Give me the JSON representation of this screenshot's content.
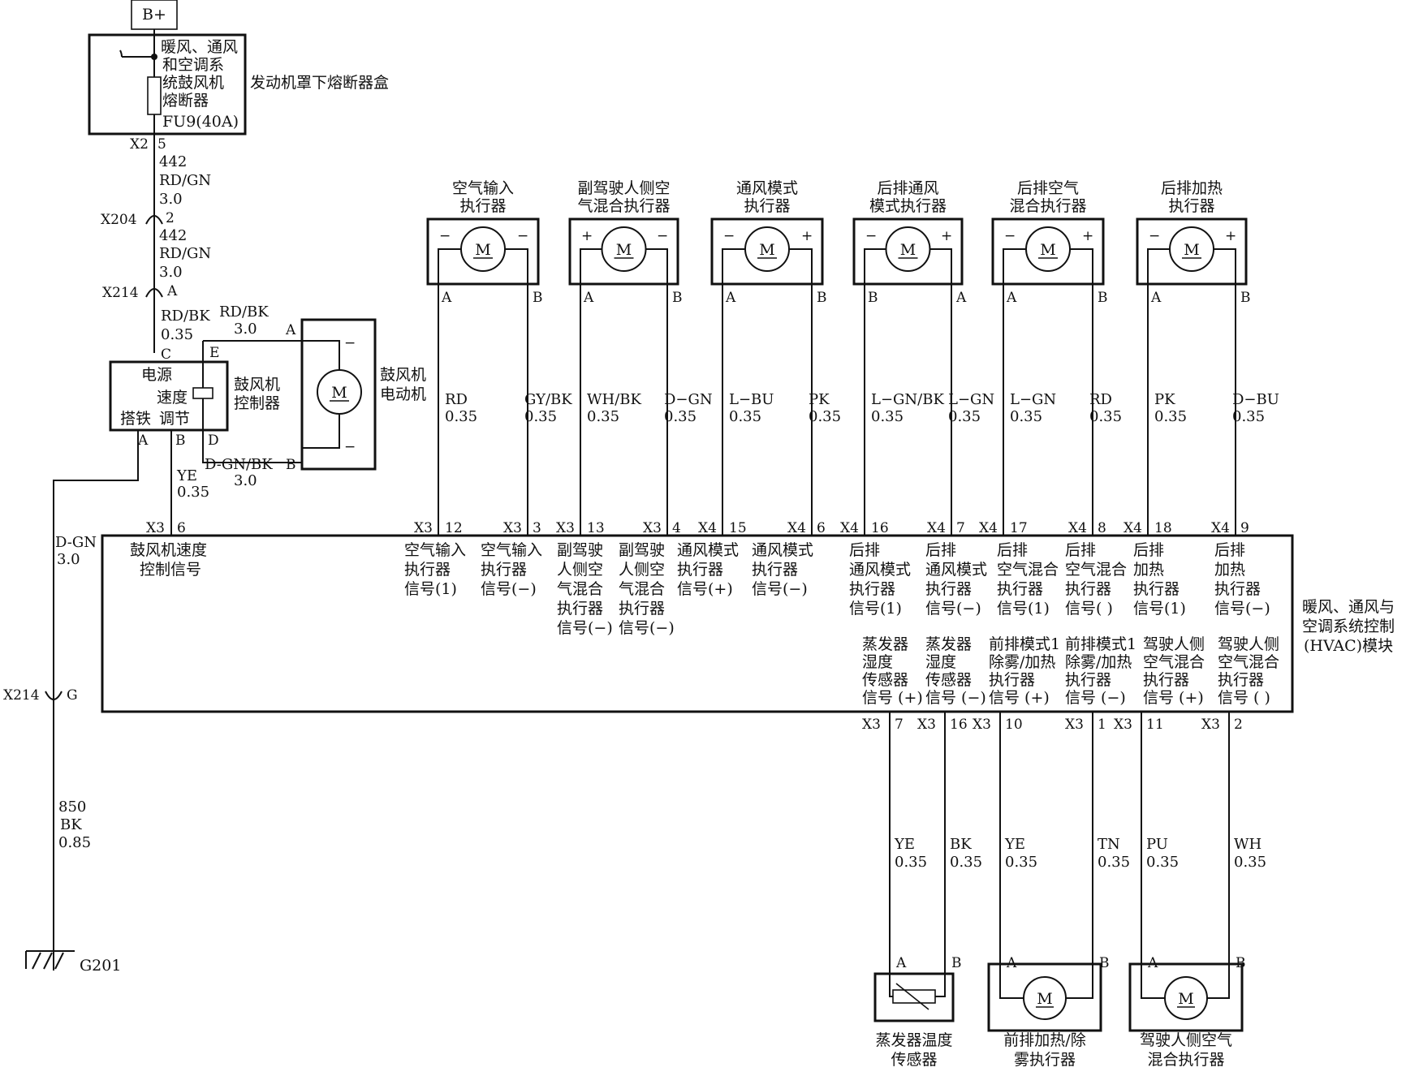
{
  "battery": "B+",
  "fuse_box": {
    "desc": [
      "暖风、通风",
      "和空调系",
      "统鼓风机",
      "熔断器"
    ],
    "fuse": "FU9(40A)",
    "name": "发动机罩下熔断器盒"
  },
  "supply_wire": {
    "conn_x2": "X2",
    "pin_x2": "5",
    "wire1": [
      "442",
      "RD/GN",
      "3.0"
    ],
    "conn_x204": "X204",
    "pin_x204": "2",
    "wire2": [
      "442",
      "RD/GN",
      "3.0"
    ],
    "conn_x214": "X214",
    "pin_x214": "A",
    "wire3": [
      "RD/BK",
      "0.35"
    ]
  },
  "blower_controller": {
    "power_label": "电源",
    "speed_label": "速度",
    "regulate_label": "调节",
    "ground_label": "搭铁",
    "name": [
      "鼓风机",
      "控制器"
    ],
    "pin_c": "C",
    "pin_e": "E",
    "pin_a": "A",
    "pin_b": "B",
    "pin_d": "D",
    "wire_e": [
      "RD/BK",
      "3.0"
    ],
    "wire_d": [
      "D-GN/BK",
      "3.0"
    ],
    "wire_b": [
      "YE",
      "0.35"
    ]
  },
  "blower_motor": {
    "name": [
      "鼓风机",
      "电动机"
    ],
    "pin_a": "A",
    "pin_b": "B",
    "motor": "M"
  },
  "ground": {
    "wire_top": [
      "D-GN",
      "3.0"
    ],
    "conn": "X214",
    "pin": "G",
    "wire_bottom": [
      "850",
      "BK",
      "0.85"
    ],
    "point": "G201"
  },
  "actuators": [
    {
      "title": [
        "空气输入",
        "执行器"
      ],
      "left_sign": "−",
      "right_sign": "−",
      "left_pin": "A",
      "right_pin": "B",
      "left_wire": [
        "RD",
        "0.35"
      ],
      "right_wire": [
        "GY/BK",
        "0.35"
      ],
      "left_conn": "X3",
      "left_num": "12",
      "right_conn": "X3",
      "right_num": "3"
    },
    {
      "title": [
        "副驾驶人侧空",
        "气混合执行器"
      ],
      "left_sign": "+",
      "right_sign": "−",
      "left_pin": "A",
      "right_pin": "B",
      "left_wire": [
        "WH/BK",
        "0.35"
      ],
      "right_wire": [
        "D−GN",
        "0.35"
      ],
      "left_conn": "X3",
      "left_num": "13",
      "right_conn": "X3",
      "right_num": "4"
    },
    {
      "title": [
        "通风模式",
        "执行器"
      ],
      "left_sign": "−",
      "right_sign": "+",
      "left_pin": "A",
      "right_pin": "B",
      "left_wire": [
        "L−BU",
        "0.35"
      ],
      "right_wire": [
        "PK",
        "0.35"
      ],
      "left_conn": "X4",
      "left_num": "15",
      "right_conn": "X4",
      "right_num": "6"
    },
    {
      "title": [
        "后排通风",
        "模式执行器"
      ],
      "left_sign": "−",
      "right_sign": "+",
      "left_pin": "B",
      "right_pin": "A",
      "left_wire": [
        "L−GN/BK",
        "0.35"
      ],
      "right_wire": [
        "L−GN",
        "0.35"
      ],
      "left_conn": "X4",
      "left_num": "16",
      "right_conn": "X4",
      "right_num": "7"
    },
    {
      "title": [
        "后排空气",
        "混合执行器"
      ],
      "left_sign": "−",
      "right_sign": "+",
      "left_pin": "A",
      "right_pin": "B",
      "left_wire": [
        "L−GN",
        "0.35"
      ],
      "right_wire": [
        "RD",
        "0.35"
      ],
      "left_conn": "X4",
      "left_num": "17",
      "right_conn": "X4",
      "right_num": "8"
    },
    {
      "title": [
        "后排加热",
        "执行器"
      ],
      "left_sign": "−",
      "right_sign": "+",
      "left_pin": "A",
      "right_pin": "B",
      "left_wire": [
        "PK",
        "0.35"
      ],
      "right_wire": [
        "D−BU",
        "0.35"
      ],
      "left_conn": "X4",
      "left_num": "18",
      "right_conn": "X4",
      "right_num": "9"
    }
  ],
  "hvac": {
    "name": [
      "暖风、通风与",
      "空调系统控制",
      "(HVAC)模块"
    ],
    "blower_signal": {
      "conn": "X3",
      "num": "6",
      "label": [
        "鼓风机速度",
        "控制信号"
      ]
    },
    "top_signals": [
      [
        "空气输入",
        "执行器",
        "信号(1)"
      ],
      [
        "空气输入",
        "执行器",
        "信号(−)"
      ],
      [
        "副驾驶",
        "人侧空",
        "气混合",
        "执行器",
        "信号(−)"
      ],
      [
        "副驾驶",
        "人侧空",
        "气混合",
        "执行器",
        "信号(−)"
      ],
      [
        "通风模式",
        "执行器",
        "信号(+)"
      ],
      [
        "通风模式",
        "执行器",
        "信号(−)"
      ],
      [
        "后排",
        "通风模式",
        "执行器",
        "信号(1)"
      ],
      [
        "后排",
        "通风模式",
        "执行器",
        "信号(−)"
      ],
      [
        "后排",
        "空气混合",
        "执行器",
        "信号(1)"
      ],
      [
        "后排",
        "空气混合",
        "执行器",
        "信号( )"
      ],
      [
        "后排",
        "加热",
        "执行器",
        "信号(1)"
      ],
      [
        "后排",
        "加热",
        "执行器",
        "信号(−)"
      ]
    ],
    "bottom_signals": [
      [
        "蒸发器",
        "湿度",
        "传感器",
        "信号 (+)"
      ],
      [
        "蒸发器",
        "湿度",
        "传感器",
        "信号 (−)"
      ],
      [
        "前排模式1",
        "除雾/加热",
        "执行器",
        "信号 (+)"
      ],
      [
        "前排模式1",
        "除雾/加热",
        "执行器",
        "信号 (−)"
      ],
      [
        "驾驶人侧",
        "空气混合",
        "执行器",
        "信号 (+)"
      ],
      [
        "驾驶人侧",
        "空气混合",
        "执行器",
        "信号 ( )"
      ]
    ]
  },
  "bottom_pins": [
    {
      "conn": "X3",
      "num": "7",
      "wire": [
        "YE",
        "0.35"
      ],
      "dev_pin": "A"
    },
    {
      "conn": "X3",
      "num": "16",
      "wire": [
        "BK",
        "0.35"
      ],
      "dev_pin": "B"
    },
    {
      "conn": "X3",
      "num": "10",
      "wire": [
        "YE",
        "0.35"
      ],
      "dev_pin": "A"
    },
    {
      "conn": "X3",
      "num": "1",
      "wire": [
        "TN",
        "0.35"
      ],
      "dev_pin": "B"
    },
    {
      "conn": "X3",
      "num": "11",
      "wire": [
        "PU",
        "0.35"
      ],
      "dev_pin": "A"
    },
    {
      "conn": "X3",
      "num": "2",
      "wire": [
        "WH",
        "0.35"
      ],
      "dev_pin": "B"
    }
  ],
  "bottom_devices": [
    {
      "name": [
        "蒸发器温度",
        "传感器"
      ]
    },
    {
      "name": [
        "前排加热/除",
        "雾执行器"
      ],
      "motor": "M"
    },
    {
      "name": [
        "驾驶人侧空气",
        "混合执行器"
      ],
      "motor": "M"
    }
  ]
}
